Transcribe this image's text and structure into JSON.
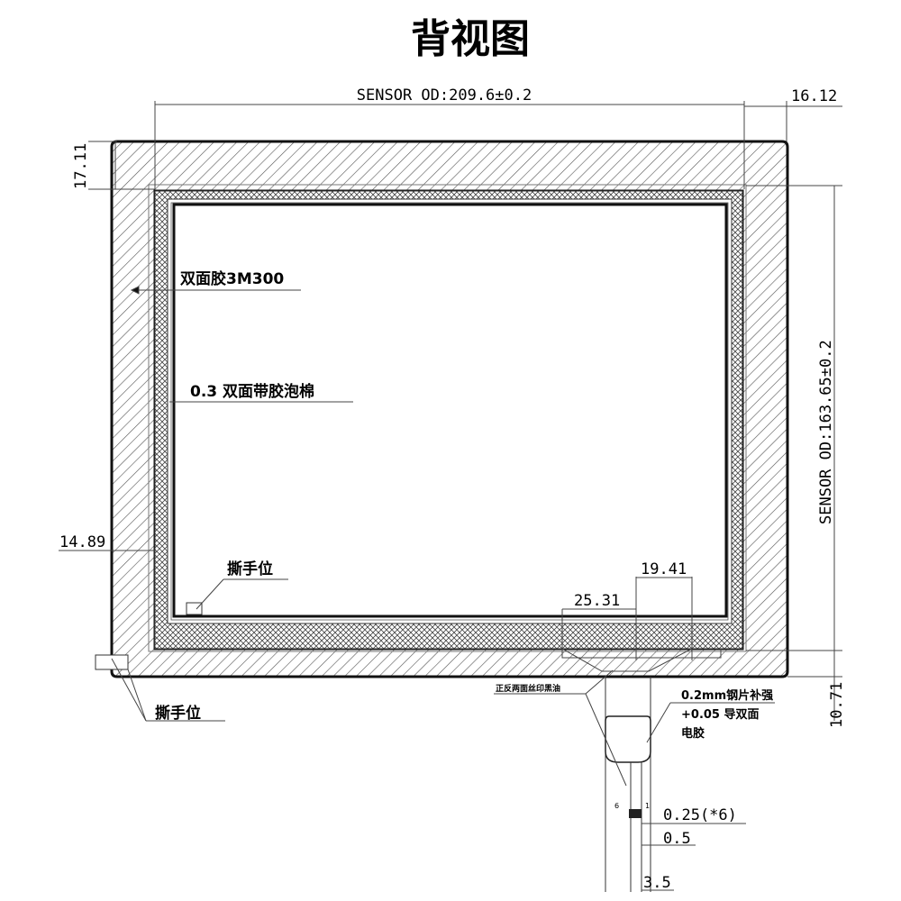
{
  "title": "背视图",
  "dimensions": {
    "sensor_width": "SENSOR OD:209.6±0.2",
    "right_gap": "16.12",
    "top_border": "17.11",
    "sensor_height": "SENSOR OD:163.65±0.2",
    "left_offset": "14.89",
    "bottom_border": "10.71",
    "fpc_width": "19.41",
    "fpc_offset": "25.31",
    "pin_pitch": "0.25(*6)",
    "pin_width": "0.5",
    "tail_width": "3.5"
  },
  "labels": {
    "adhesive": "双面胶3M300",
    "foam": "0.3 双面带胶泡棉",
    "tear_tab_inner": "撕手位",
    "tear_tab_outer": "撕手位",
    "silk_print": "正反两面丝印黑油",
    "stiffener_line1": "0.2mm钢片补强",
    "stiffener_line2": "+0.05 导双面",
    "stiffener_line3": "电胶",
    "pin_first": "1",
    "pin_last": "6"
  }
}
